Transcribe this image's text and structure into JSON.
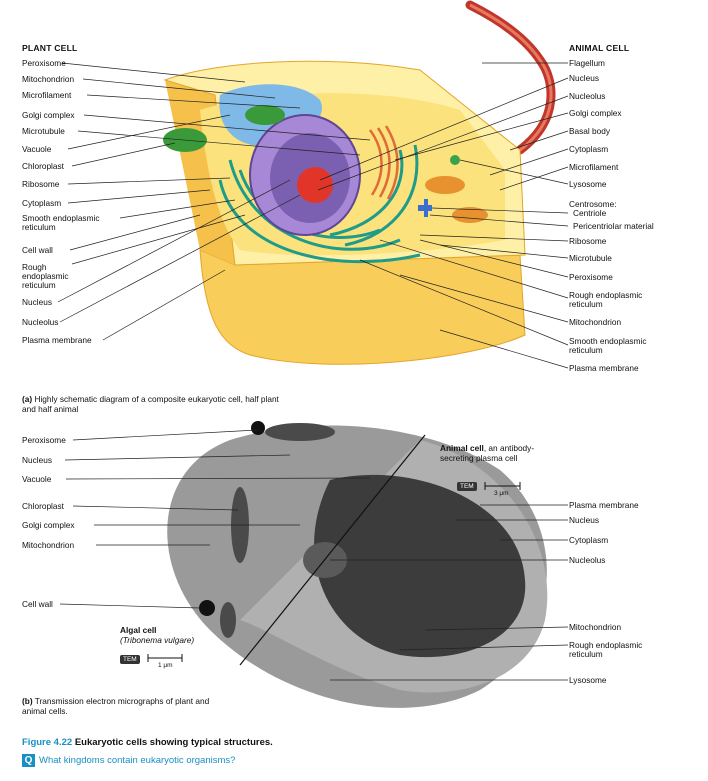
{
  "plant_header": "PLANT CELL",
  "animal_header": "ANIMAL CELL",
  "plant_labels": [
    "Peroxisome",
    "Mitochondrion",
    "Microfilament",
    "Golgi complex",
    "Microtubule",
    "Vacuole",
    "Chloroplast",
    "Ribosome",
    "Cytoplasm",
    "Smooth endoplasmic",
    "reticulum",
    "Cell wall",
    "Rough",
    "endoplasmic",
    "reticulum",
    "Nucleus",
    "Nucleolus",
    "Plasma membrane"
  ],
  "animal_labels": [
    "Flagellum",
    "Nucleus",
    "Nucleolus",
    "Golgi complex",
    "Basal body",
    "Cytoplasm",
    "Microfilament",
    "Lysosome",
    "Centrosome:",
    "Centriole",
    "Pericentriolar material",
    "Ribosome",
    "Microtubule",
    "Peroxisome",
    "Rough endoplasmic",
    "reticulum",
    "Mitochondrion",
    "Smooth endoplasmic",
    "reticulum",
    "Plasma membrane"
  ],
  "caption_a_bold": "(a)",
  "caption_a_text": "Highly schematic diagram of a composite eukaryotic cell, half plant and half animal",
  "tem_plant_labels": [
    "Peroxisome",
    "Nucleus",
    "Vacuole",
    "Chloroplast",
    "Golgi complex",
    "Mitochondrion",
    "Cell wall"
  ],
  "tem_animal_labels": [
    "Plasma membrane",
    "Nucleus",
    "Cytoplasm",
    "Nucleolus",
    "Mitochondrion",
    "Rough endoplasmic",
    "reticulum",
    "Lysosome"
  ],
  "animal_note_bold": "Animal cell",
  "animal_note_text": ", an antibody-secreting plasma cell",
  "algal_note_bold": "Algal cell",
  "algal_note_italic": "(Tribonema vulgare)",
  "tem_badge": "TEM",
  "scale_animal": "3 μm",
  "scale_algal": "1 μm",
  "caption_b_bold": "(b)",
  "caption_b_text": "Transmission electron micrographs of plant and animal cells.",
  "figure_number": "Figure 4.22",
  "figure_title": "Eukaryotic cells showing typical structures.",
  "question_icon": "Q",
  "question": "What kingdoms contain eukaryotic organisms?",
  "colors": {
    "accent": "#1a8fc4",
    "cell_wall": "#f4b93a",
    "cytoplasm": "#ffe07a",
    "nucleus": "#7b5fb0",
    "er": "#1f9b8a",
    "flagellum": "#c0362c"
  }
}
